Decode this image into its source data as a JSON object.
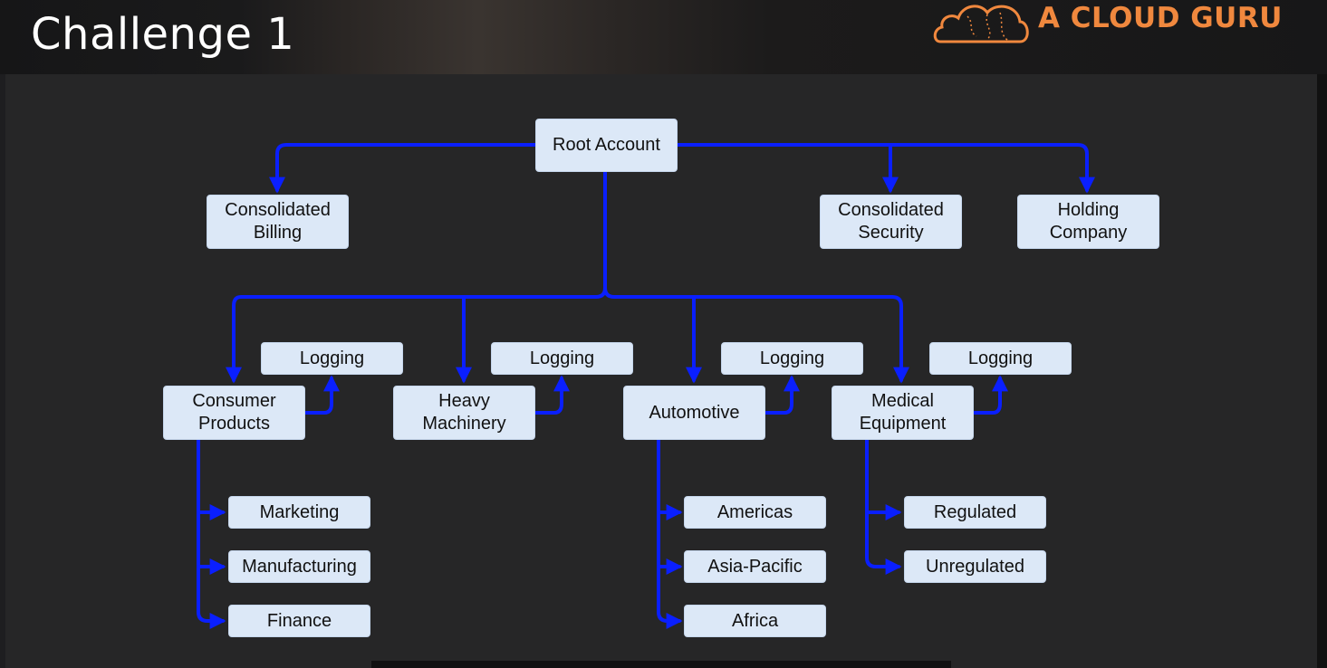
{
  "header": {
    "title": "Challenge 1",
    "brand": "A CLOUD GURU",
    "brand_color": "#f0883e",
    "brand_icon": "cloud-icon"
  },
  "diagram": {
    "connector_color": "#0a1fff",
    "node_color": "#dce8f7",
    "nodes": {
      "root": "Root Account",
      "consolidated_billing": "Consolidated\nBilling",
      "consolidated_security": "Consolidated\nSecurity",
      "holding_company": "Holding\nCompany",
      "consumer_products": "Consumer\nProducts",
      "heavy_machinery": "Heavy\nMachinery",
      "automotive": "Automotive",
      "medical_equipment": "Medical\nEquipment",
      "logging_consumer": "Logging",
      "logging_heavy": "Logging",
      "logging_automotive": "Logging",
      "logging_medical": "Logging",
      "marketing": "Marketing",
      "manufacturing": "Manufacturing",
      "finance": "Finance",
      "americas": "Americas",
      "asia_pacific": "Asia-Pacific",
      "africa": "Africa",
      "regulated": "Regulated",
      "unregulated": "Unregulated"
    }
  }
}
